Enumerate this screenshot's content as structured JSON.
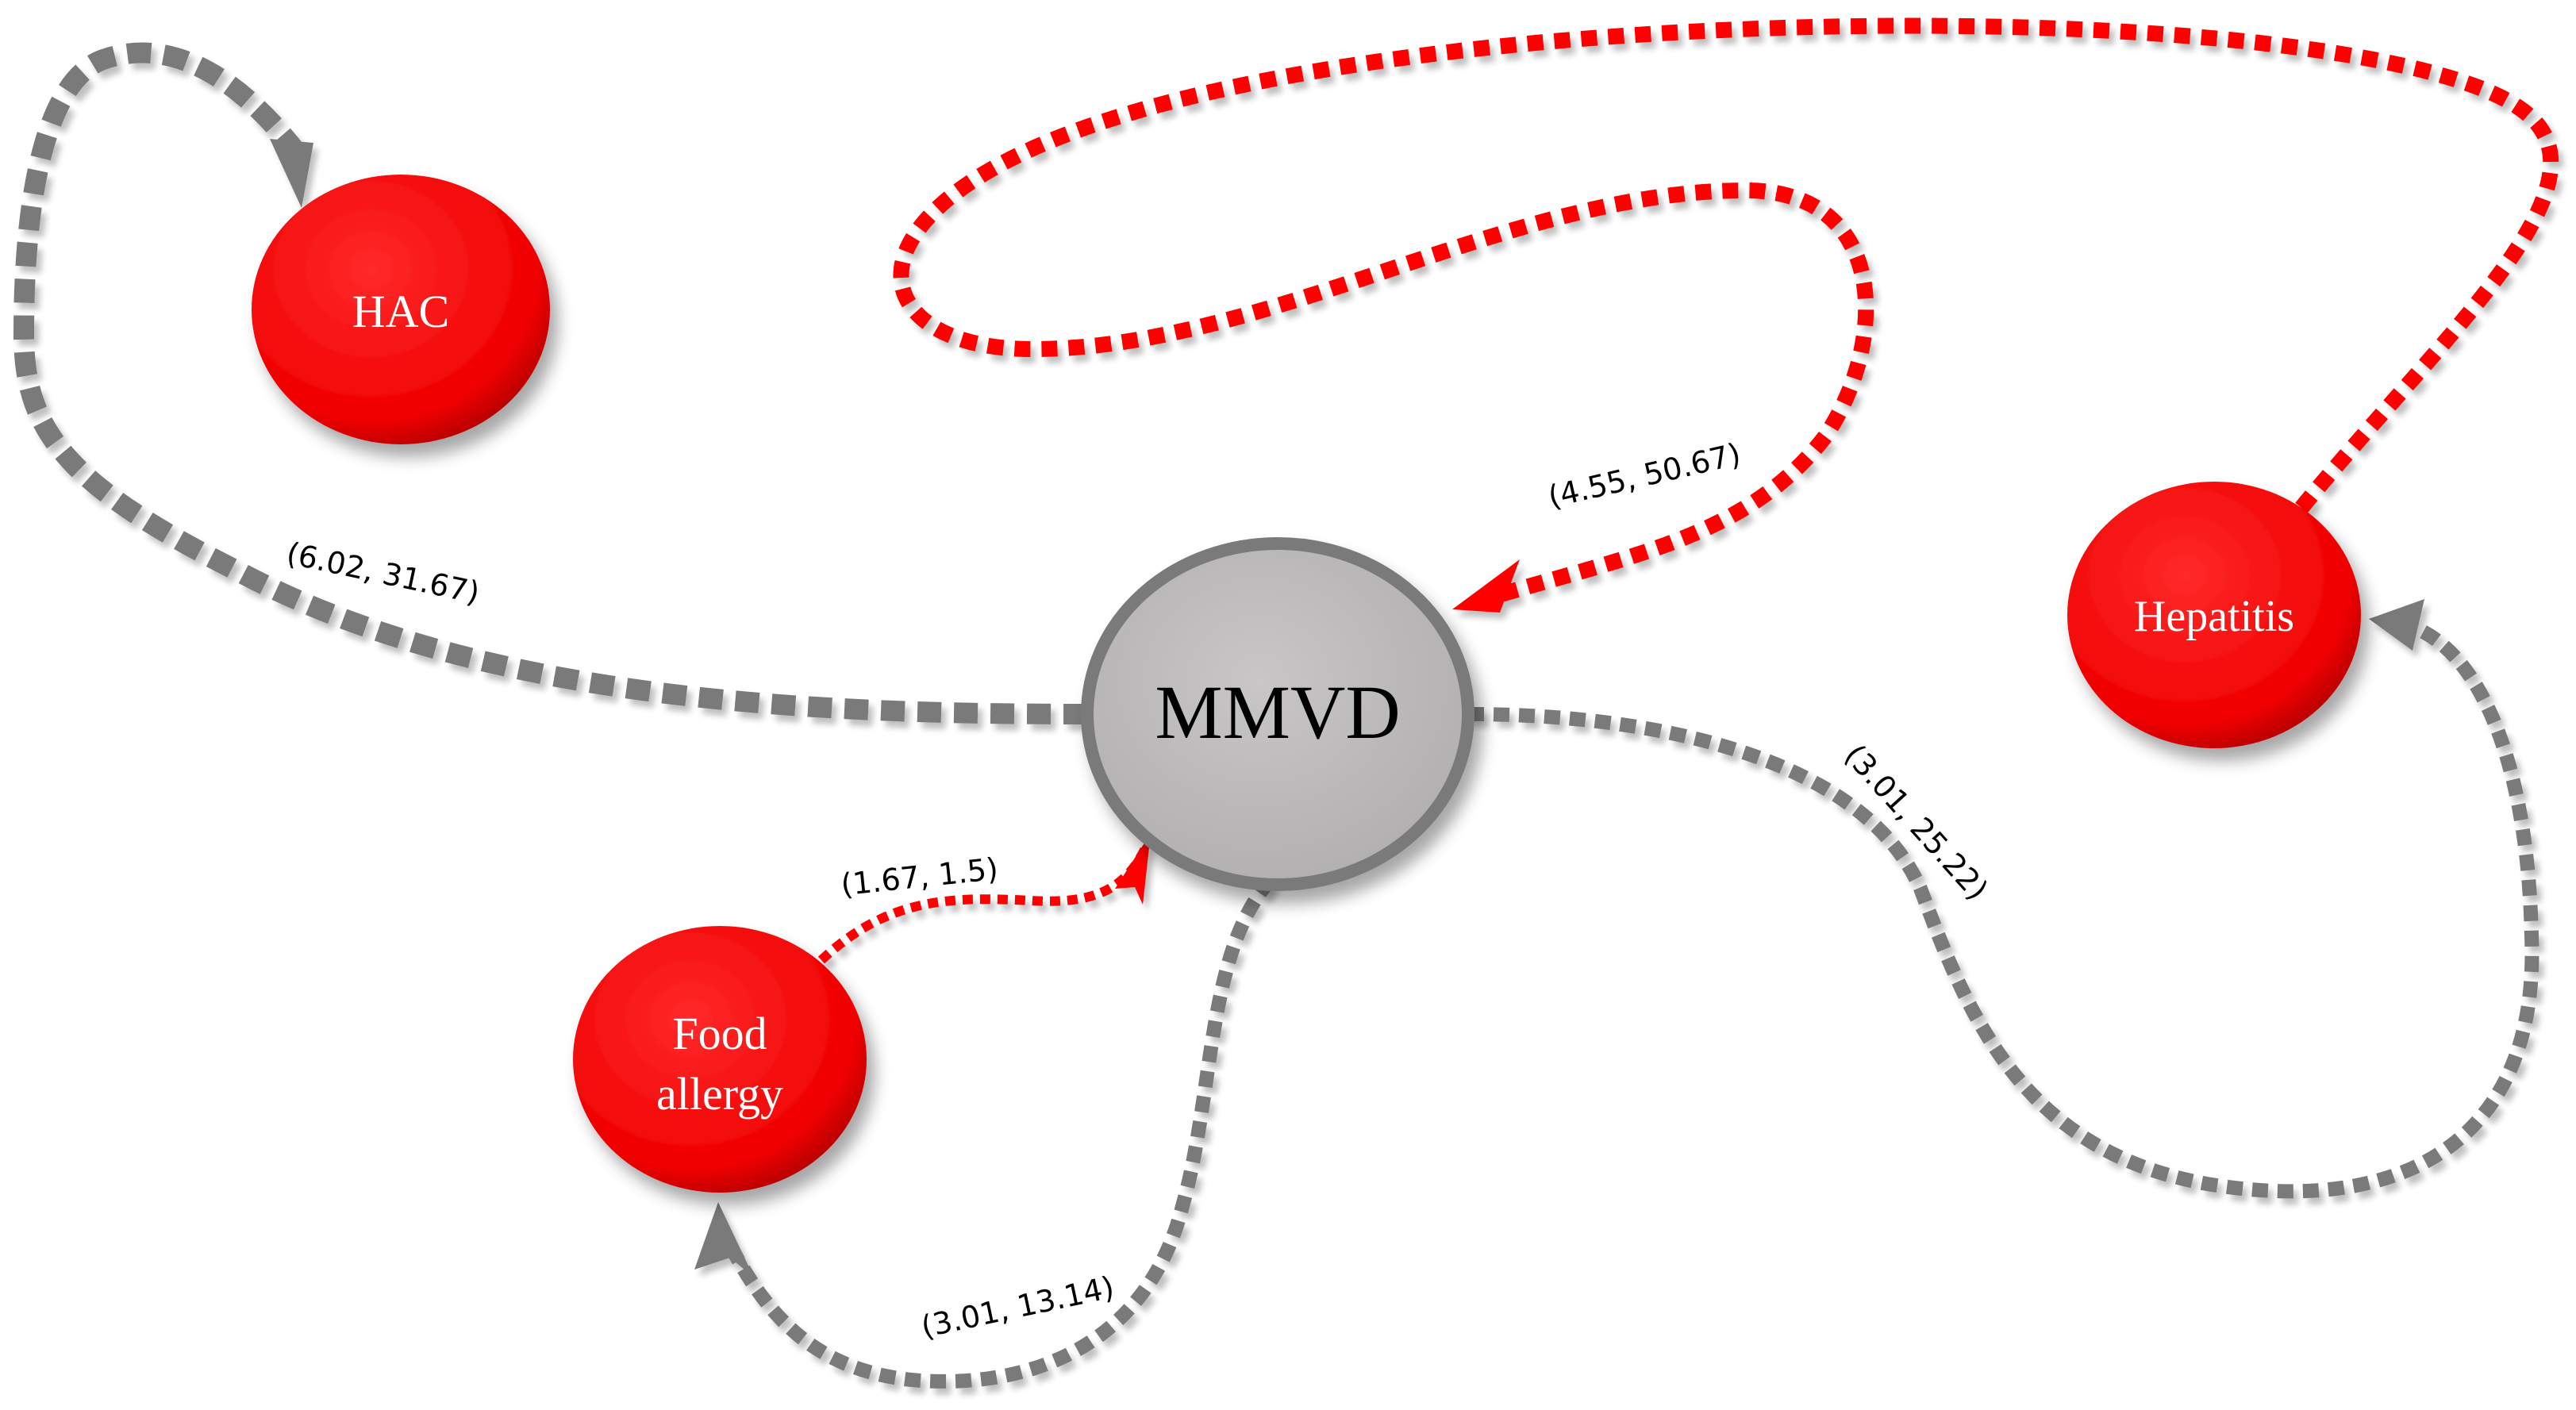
{
  "colors": {
    "risk_node": "#ff0000",
    "center_node": "#b4b4b4",
    "grey_edge": "#7a7a7a",
    "red_edge": "#ff0000"
  },
  "nodes": {
    "center": {
      "label": "MMVD"
    },
    "hac": {
      "label": "HAC"
    },
    "hepatitis": {
      "label": "Hepatitis"
    },
    "food_allergy": {
      "line1": "Food",
      "line2": "allergy"
    }
  },
  "edges": [
    {
      "id": "mmvd-hac",
      "color": "grey",
      "label": "(6.02, 31.67)"
    },
    {
      "id": "hepatitis-mmvd",
      "color": "red",
      "label": "(4.55, 50.67)"
    },
    {
      "id": "mmvd-hepatitis",
      "color": "grey",
      "label": "(3.01, 25.22)"
    },
    {
      "id": "food-mmvd",
      "color": "red",
      "label": "(1.67, 1.5)"
    },
    {
      "id": "mmvd-food",
      "color": "grey",
      "label": "(3.01, 13.14)"
    }
  ]
}
